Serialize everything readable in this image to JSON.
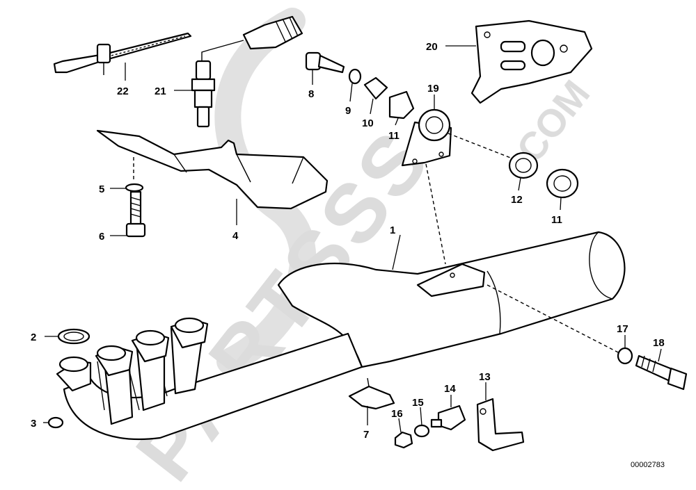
{
  "watermark": {
    "brand": "PARTSSS",
    "suffix": ".COM"
  },
  "drawing_code": "00002783",
  "callouts": [
    {
      "id": "c1",
      "label": "1"
    },
    {
      "id": "c2",
      "label": "2"
    },
    {
      "id": "c3",
      "label": "3"
    },
    {
      "id": "c4",
      "label": "4"
    },
    {
      "id": "c5",
      "label": "5"
    },
    {
      "id": "c6",
      "label": "6"
    },
    {
      "id": "c7",
      "label": "7"
    },
    {
      "id": "c8",
      "label": "8"
    },
    {
      "id": "c9",
      "label": "9"
    },
    {
      "id": "c10",
      "label": "10"
    },
    {
      "id": "c11a",
      "label": "11"
    },
    {
      "id": "c11b",
      "label": "11"
    },
    {
      "id": "c12",
      "label": "12"
    },
    {
      "id": "c13",
      "label": "13"
    },
    {
      "id": "c14",
      "label": "14"
    },
    {
      "id": "c15",
      "label": "15"
    },
    {
      "id": "c16",
      "label": "16"
    },
    {
      "id": "c17",
      "label": "17"
    },
    {
      "id": "c18",
      "label": "18"
    },
    {
      "id": "c19",
      "label": "19"
    },
    {
      "id": "c20",
      "label": "20"
    },
    {
      "id": "c21",
      "label": "21"
    },
    {
      "id": "c22",
      "label": "22"
    }
  ]
}
